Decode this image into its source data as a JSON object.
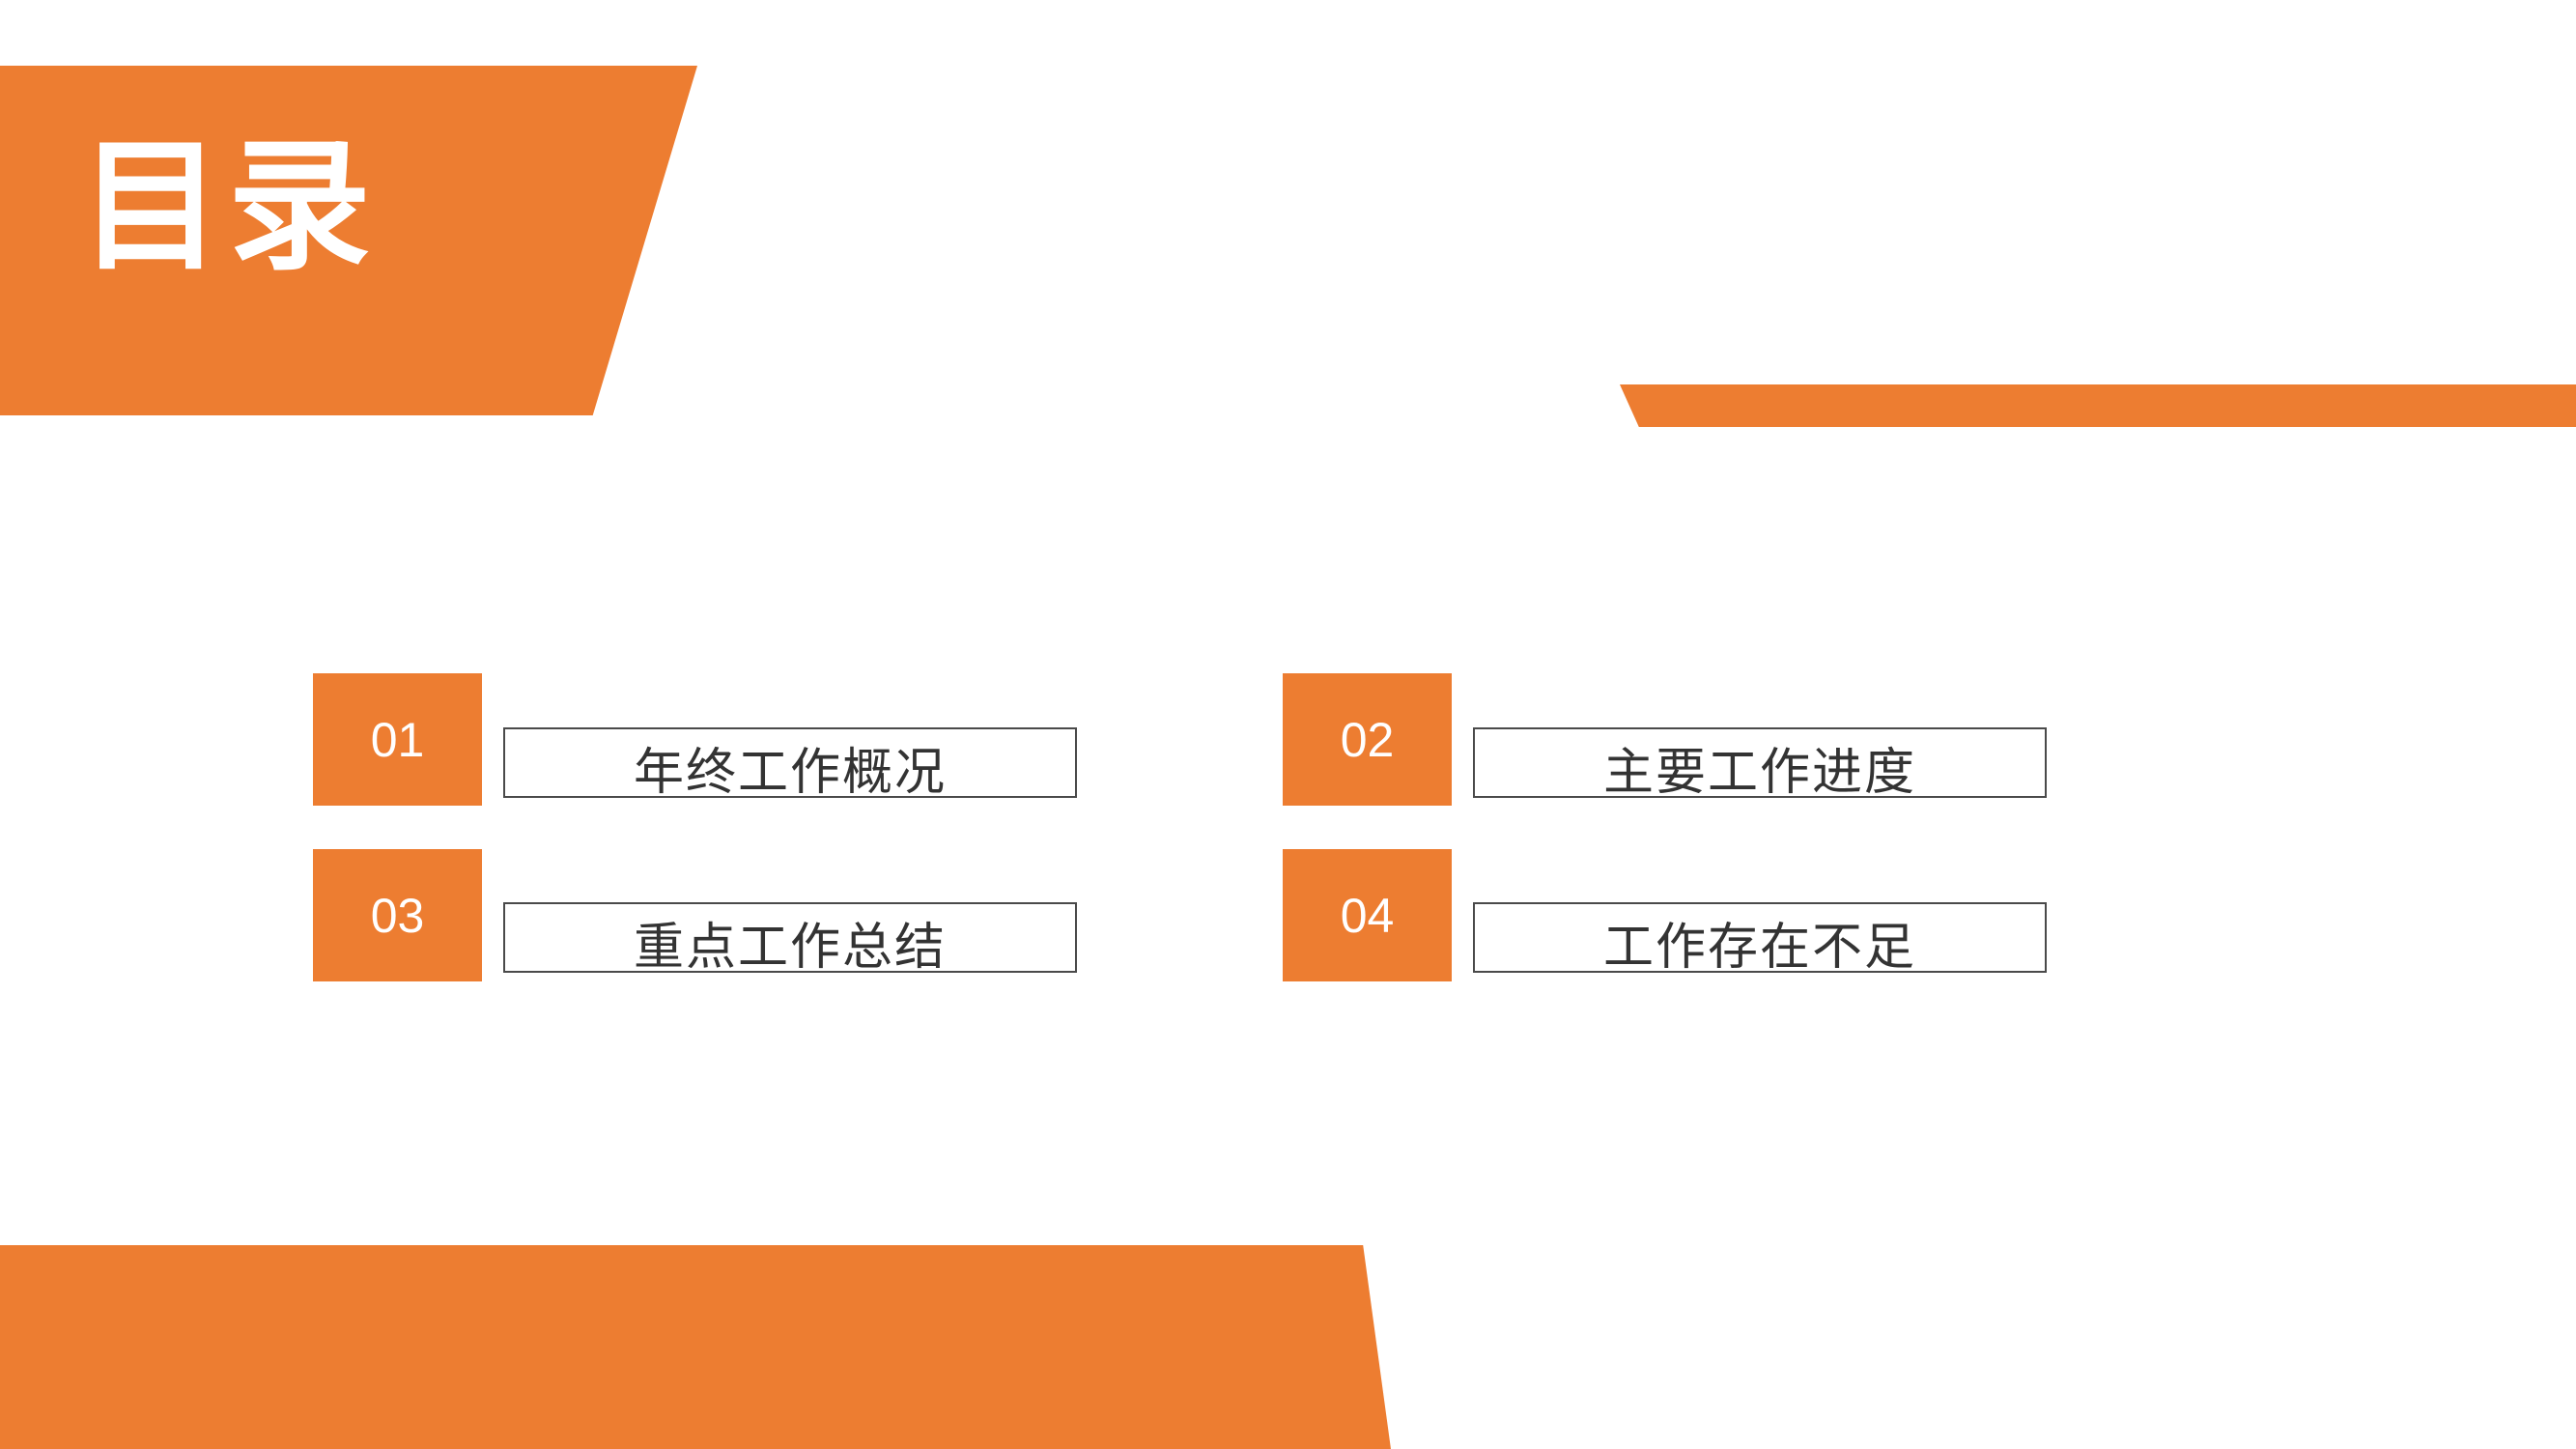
{
  "slide": {
    "title": "目录",
    "accent_color": "#ED7D31"
  },
  "toc": [
    {
      "number": "01",
      "label": "年终工作概况"
    },
    {
      "number": "02",
      "label": "主要工作进度"
    },
    {
      "number": "03",
      "label": "重点工作总结"
    },
    {
      "number": "04",
      "label": "工作存在不足"
    }
  ]
}
